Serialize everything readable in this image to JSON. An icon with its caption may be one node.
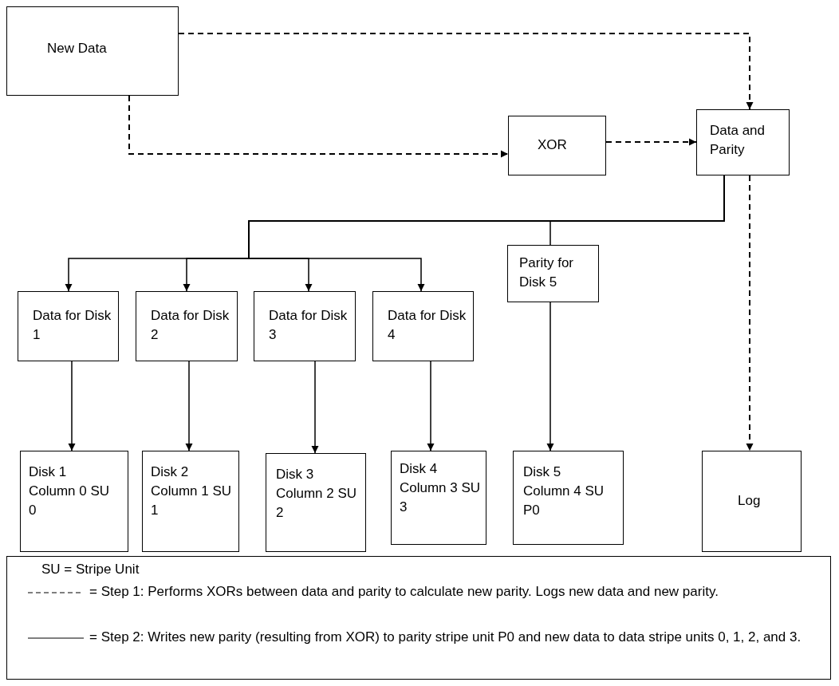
{
  "diagram": {
    "nodes": [
      {
        "text": [
          "New Data"
        ]
      },
      {
        "text": [
          "XOR"
        ]
      },
      {
        "text": [
          "Data and Parity"
        ]
      },
      {
        "text": [
          "Data for Disk 1"
        ]
      },
      {
        "text": [
          "Data for Disk 2"
        ]
      },
      {
        "text": [
          "Data for Disk 3"
        ]
      },
      {
        "text": [
          "Data for Disk 4"
        ]
      },
      {
        "text": [
          "Parity for Disk 5"
        ]
      },
      {
        "text": [
          "Disk 1 Column 0 SU 0"
        ]
      },
      {
        "text": [
          "Disk 2 Column 1 SU 1"
        ]
      },
      {
        "text": [
          "Disk 3 Column 2 SU 2"
        ]
      },
      {
        "text": [
          "Disk 4 Column 3 SU 3"
        ]
      },
      {
        "text": [
          "Disk 5 Column 4 SU P0"
        ]
      },
      {
        "text": [
          "Log"
        ]
      }
    ],
    "edges": [
      {
        "from": 0,
        "to": 2,
        "arrow": "to",
        "style": "dashed"
      },
      {
        "from": 0,
        "to": 1,
        "arrow": "to",
        "style": "dashed"
      },
      {
        "from": 1,
        "to": 2,
        "arrow": "to",
        "style": "dashed"
      },
      {
        "from": 2,
        "to": 13,
        "arrow": "to",
        "style": "dashed"
      },
      {
        "from": 2,
        "to": 3,
        "arrow": "to"
      },
      {
        "from": 2,
        "to": 4,
        "arrow": "to"
      },
      {
        "from": 2,
        "to": 5,
        "arrow": "to"
      },
      {
        "from": 2,
        "to": 6,
        "arrow": "to"
      },
      {
        "from": 2,
        "to": 7,
        "arrow": "none"
      },
      {
        "from": 3,
        "to": 8,
        "arrow": "to"
      },
      {
        "from": 4,
        "to": 9,
        "arrow": "to"
      },
      {
        "from": 5,
        "to": 10,
        "arrow": "to"
      },
      {
        "from": 6,
        "to": 11,
        "arrow": "to"
      },
      {
        "from": 7,
        "to": 12,
        "arrow": "to"
      }
    ],
    "labels": [
      "SU = Stripe Unit"
    ],
    "legend": [
      {
        "text": "= Step 1: Performs XORs between data and parity to calculate new parity. Logs new data and new parity."
      },
      {
        "text": "= Step 2: Writes new parity (resulting from XOR) to parity stripe unit P0 and new data to data stripe units 0, 1, 2, and 3."
      }
    ]
  }
}
